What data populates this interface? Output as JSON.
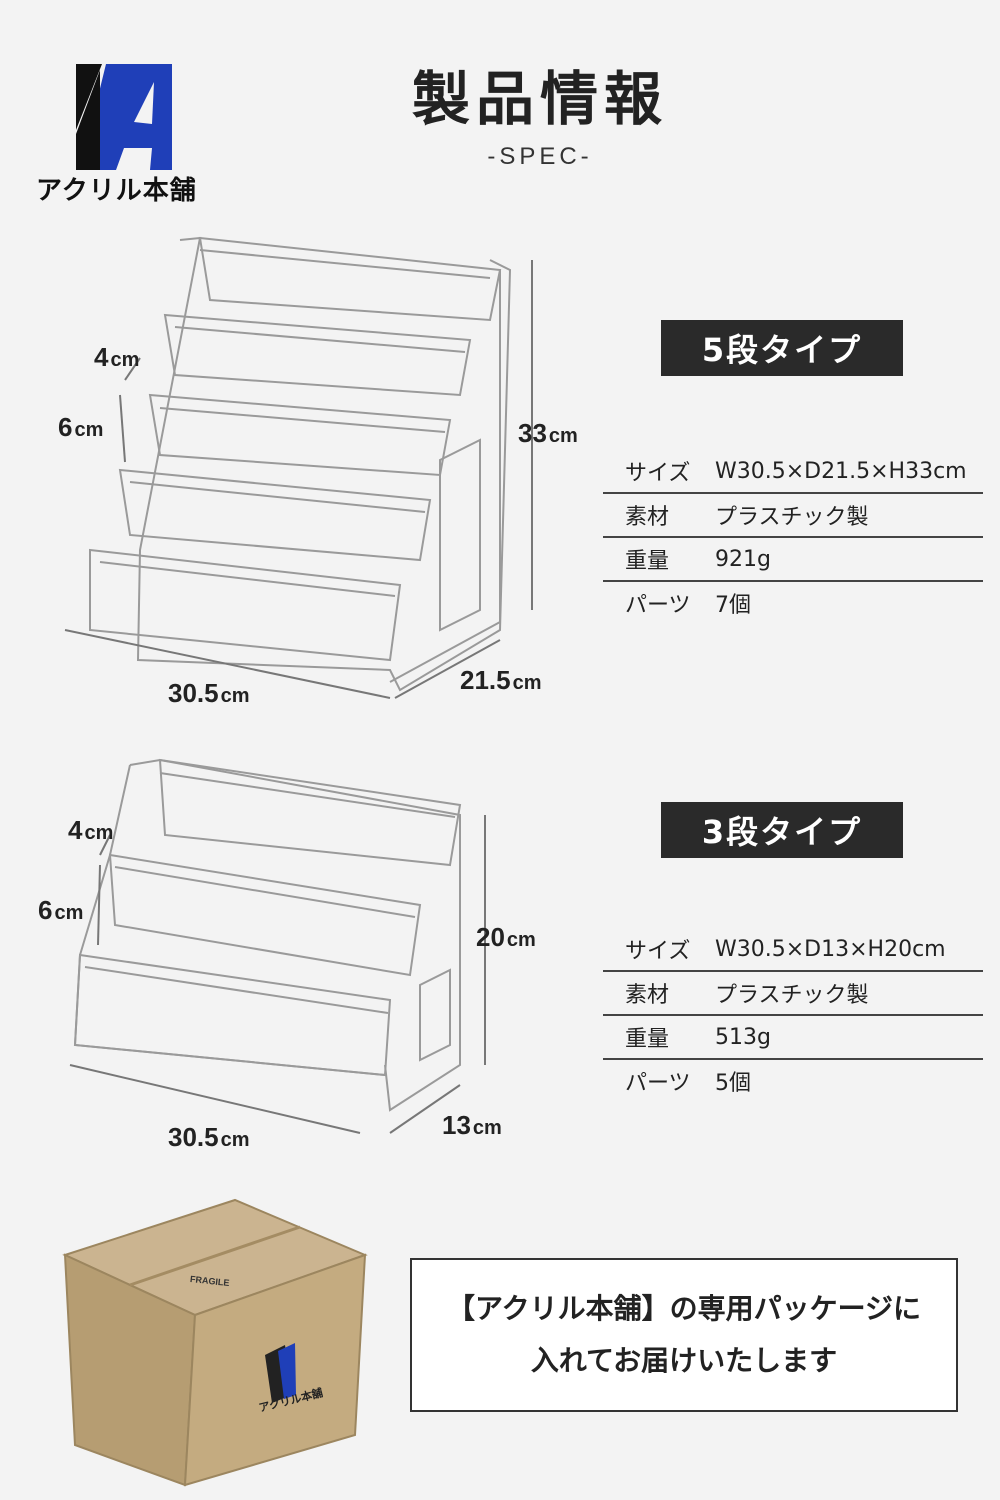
{
  "header": {
    "logo_text": "アクリル本舗",
    "title": "製品情報",
    "subtitle": "-SPEC-"
  },
  "colors": {
    "logo_dark": "#111111",
    "logo_blue": "#1f3fb8",
    "badge_bg": "#2a2a2a",
    "page_bg": "#f3f3f3"
  },
  "five_tier": {
    "badge": "5段タイプ",
    "dims": {
      "step": "4",
      "tier": "6",
      "height": "33",
      "width": "30.5",
      "depth": "21.5",
      "unit": "cm"
    },
    "specs": [
      {
        "key": "サイズ",
        "value": "W30.5×D21.5×H33cm"
      },
      {
        "key": "素材",
        "value": "プラスチック製"
      },
      {
        "key": "重量",
        "value": "921g"
      },
      {
        "key": "パーツ",
        "value": "7個"
      }
    ]
  },
  "three_tier": {
    "badge": "3段タイプ",
    "dims": {
      "step": "4",
      "tier": "6",
      "height": "20",
      "width": "30.5",
      "depth": "13",
      "unit": "cm"
    },
    "specs": [
      {
        "key": "サイズ",
        "value": "W30.5×D13×H20cm"
      },
      {
        "key": "素材",
        "value": "プラスチック製"
      },
      {
        "key": "重量",
        "value": "513g"
      },
      {
        "key": "パーツ",
        "value": "5個"
      }
    ]
  },
  "package": {
    "box_label_fragile": "FRAGILE",
    "box_label_brand": "アクリル本舗",
    "note_line1": "【アクリル本舗】の専用パッケージに",
    "note_line2": "入れてお届けいたします"
  }
}
